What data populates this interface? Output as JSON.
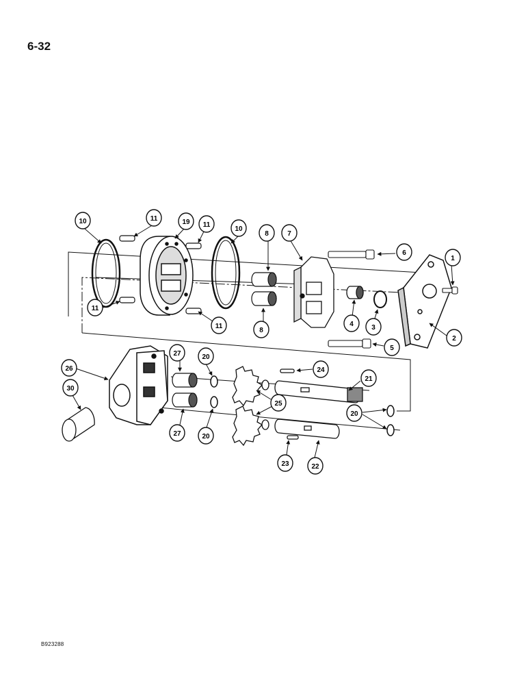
{
  "page": {
    "number": "6-32",
    "figure_code": "B923288"
  },
  "callouts": {
    "c1": "1",
    "c2": "2",
    "c3": "3",
    "c4": "4",
    "c5": "5",
    "c6": "6",
    "c7": "7",
    "c8a": "8",
    "c8b": "8",
    "c10a": "10",
    "c10b": "10",
    "c11a": "11",
    "c11b": "11",
    "c11c": "11",
    "c11d": "11",
    "c19": "19",
    "c20a": "20",
    "c20b": "20",
    "c20c": "20",
    "c21": "21",
    "c22": "22",
    "c23": "23",
    "c24": "24",
    "c25": "25",
    "c26": "26",
    "c27a": "27",
    "c27b": "27",
    "c30": "30"
  }
}
